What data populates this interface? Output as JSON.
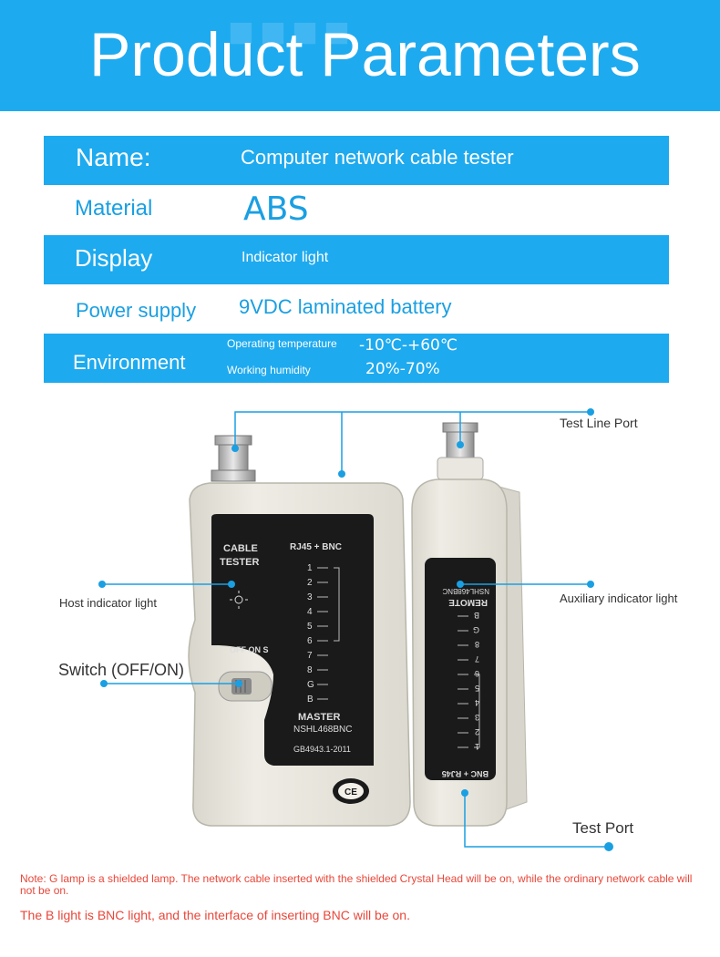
{
  "header": {
    "title": "Product Parameters"
  },
  "params": {
    "name": {
      "label": "Name:",
      "value": "Computer network cable tester"
    },
    "material": {
      "label": "Material",
      "value": "ABS"
    },
    "display": {
      "label": "Display",
      "value": "Indicator light"
    },
    "power": {
      "label": "Power supply",
      "value": "9VDC laminated battery"
    },
    "environment": {
      "label": "Environment",
      "op_temp_label": "Operating temperature",
      "op_temp_value": "-10℃-+60℃",
      "humidity_label": "Working humidity",
      "humidity_value": "20%-70%"
    }
  },
  "device": {
    "master": {
      "brand_line1": "CABLE",
      "brand_line2": "TESTER",
      "mode": "RJ45 + BNC",
      "switch_text": "OFF ON S",
      "leds": [
        "1",
        "2",
        "3",
        "4",
        "5",
        "6",
        "7",
        "8",
        "G",
        "B"
      ],
      "model_name": "MASTER",
      "model_number": "NSHL468BNC",
      "standard": "GB4943.1-2011",
      "ce_mark": "CE"
    },
    "remote": {
      "model_number": "NSHL468BNC",
      "name": "REMOTE",
      "leds": [
        "B",
        "G",
        "8",
        "7",
        "6",
        "5",
        "4",
        "3",
        "2",
        "1"
      ],
      "mode": "BNC + RJ45"
    }
  },
  "callouts": {
    "test_line_port": "Test Line Port",
    "host_indicator": "Host indicator light",
    "auxiliary_indicator": "Auxiliary indicator light",
    "switch": "Switch (OFF/ON)",
    "test_port": "Test Port"
  },
  "notes": {
    "note1": "Note: G lamp is a shielded lamp. The network cable inserted with the shielded Crystal Head will be on, while the ordinary network cable will not be on.",
    "note2": "The B light is BNC light, and the interface of inserting BNC will be on."
  },
  "colors": {
    "accent_blue": "#1eaaef",
    "text_blue": "#1a9fe2",
    "note_red": "#e8473a",
    "device_body": "#e8e6dc",
    "panel_dark": "#1a1a1a"
  }
}
